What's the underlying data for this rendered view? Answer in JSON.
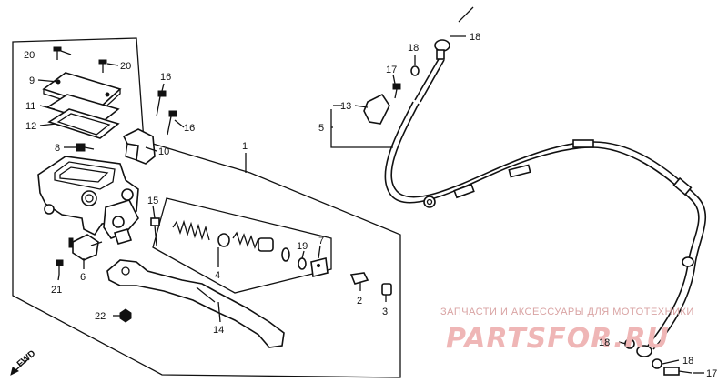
{
  "labels": {
    "n1": "1",
    "n2": "2",
    "n3": "3",
    "n4": "4",
    "n5": "5",
    "n6": "6",
    "n7": "7",
    "n8": "8",
    "n9": "9",
    "n10": "10",
    "n11": "11",
    "n12": "12",
    "n13": "13",
    "n14": "14",
    "n15": "15",
    "n16a": "16",
    "n16b": "16",
    "n17a": "17",
    "n17b": "17",
    "n18a": "18",
    "n18b": "18",
    "n18c": "18",
    "n18d": "18",
    "n19": "19",
    "n20a": "20",
    "n20b": "20",
    "n21": "21",
    "n22": "22"
  },
  "fwd": "FWD",
  "watermark": {
    "line1": "ЗАПЧАСТИ И АКСЕССУАРЫ ДЛЯ МОТОТЕХНИКИ",
    "line2": "PARTSFOR.RU"
  }
}
